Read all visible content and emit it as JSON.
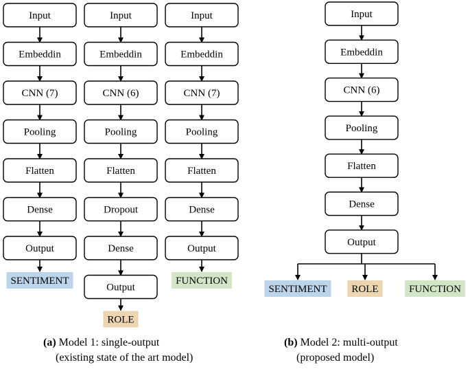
{
  "model1": {
    "columns": [
      {
        "nodes": [
          "Input",
          "Embeddin",
          "CNN (7)",
          "Pooling",
          "Flatten",
          "Dense",
          "Output"
        ],
        "output": {
          "label": "SENTIMENT",
          "color": "#bcd5ea"
        }
      },
      {
        "nodes": [
          "Input",
          "Embeddin",
          "CNN (6)",
          "Pooling",
          "Flatten",
          "Dropout",
          "Dense",
          "Output"
        ],
        "output": {
          "label": "ROLE",
          "color": "#ecd6b1"
        }
      },
      {
        "nodes": [
          "Input",
          "Embeddin",
          "CNN (7)",
          "Pooling",
          "Flatten",
          "Dense",
          "Output"
        ],
        "output": {
          "label": "FUNCTION",
          "color": "#d3e5c7"
        }
      }
    ],
    "caption": {
      "tag": "(a)",
      "line1": "Model 1: single-output",
      "line2": "(existing state of the art model)"
    }
  },
  "model2": {
    "nodes": [
      "Input",
      "Embeddin",
      "CNN (6)",
      "Pooling",
      "Flatten",
      "Dense",
      "Output"
    ],
    "outputs": [
      {
        "label": "SENTIMENT",
        "color": "#bcd5ea"
      },
      {
        "label": "ROLE",
        "color": "#ecd6b1"
      },
      {
        "label": "FUNCTION",
        "color": "#d3e5c7"
      }
    ],
    "caption": {
      "tag": "(b)",
      "line1": "Model 2: multi-output",
      "line2": "(proposed model)"
    }
  }
}
